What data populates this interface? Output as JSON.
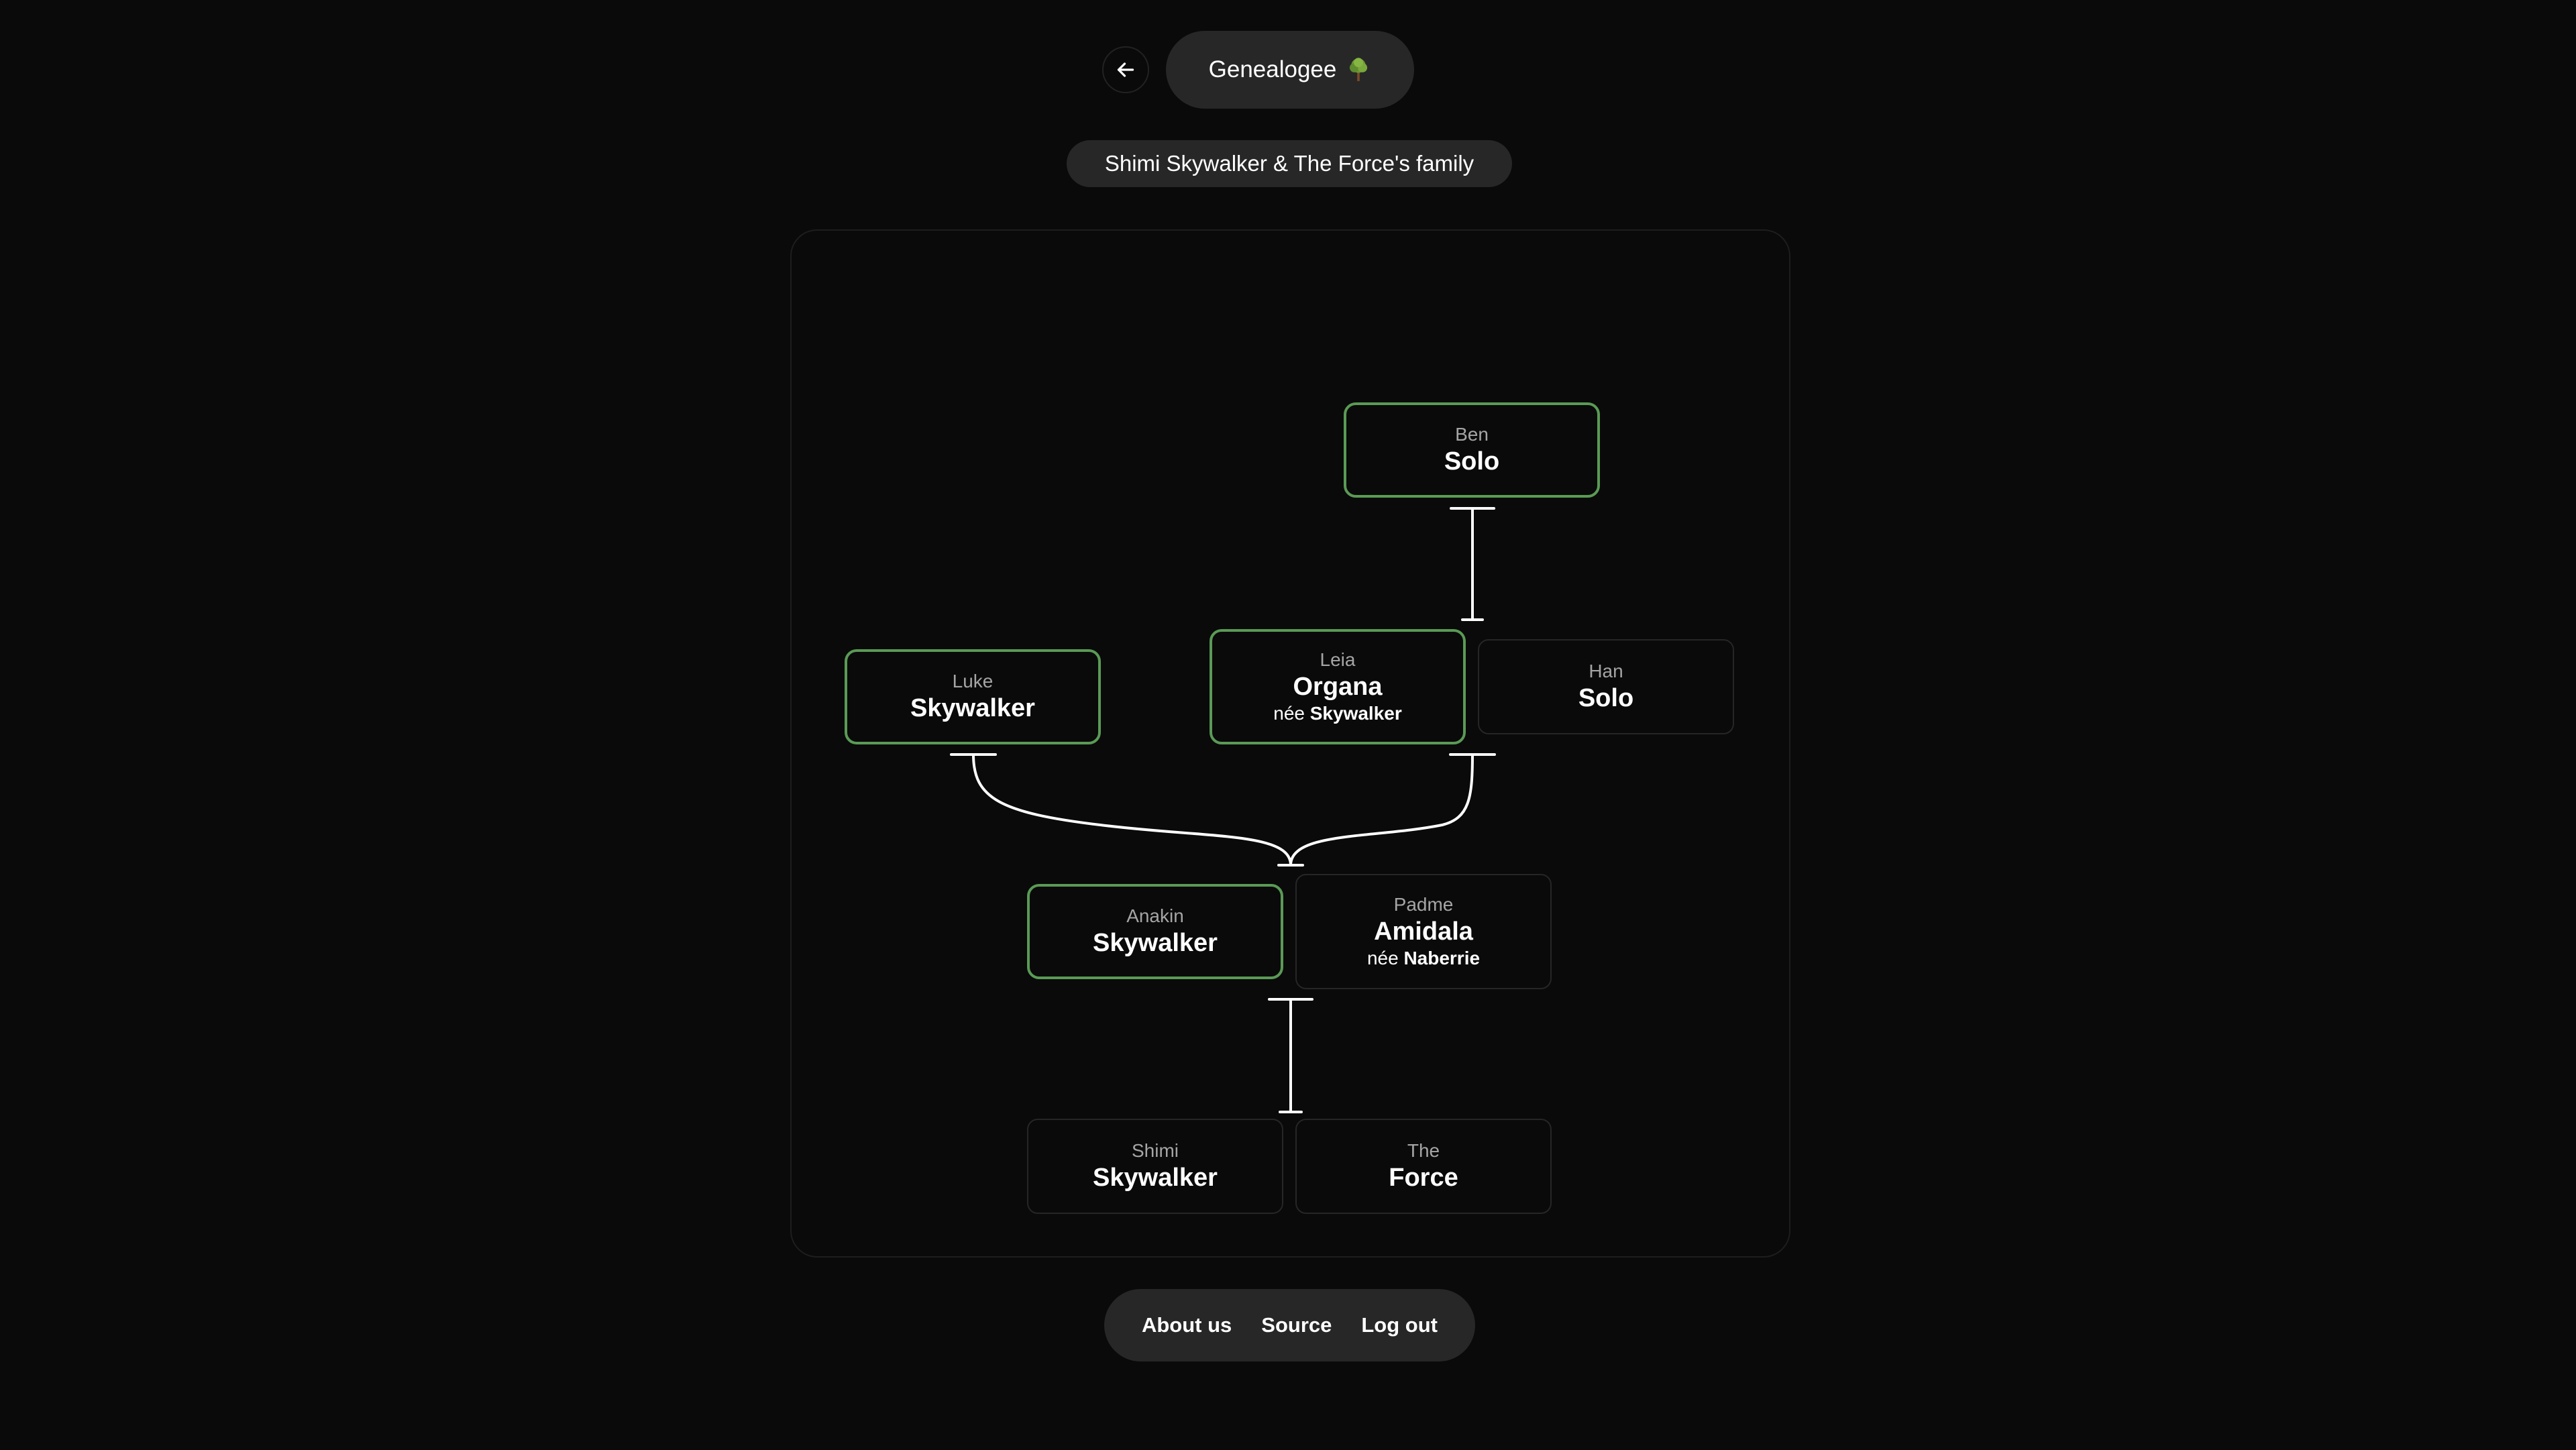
{
  "header": {
    "back_icon": "arrow-left-icon",
    "app_title": "Genealogee",
    "app_icon": "tree-icon",
    "family_title": "Shimi Skywalker & The Force's family"
  },
  "tree": {
    "people": [
      {
        "id": "ben",
        "first_name": "Ben",
        "last_name": "Solo",
        "highlighted": true
      },
      {
        "id": "luke",
        "first_name": "Luke",
        "last_name": "Skywalker",
        "highlighted": true
      },
      {
        "id": "leia",
        "first_name": "Leia",
        "last_name": "Organa",
        "nee_prefix": "née",
        "nee_name": "Skywalker",
        "highlighted": true
      },
      {
        "id": "han",
        "first_name": "Han",
        "last_name": "Solo",
        "highlighted": false
      },
      {
        "id": "anakin",
        "first_name": "Anakin",
        "last_name": "Skywalker",
        "highlighted": true
      },
      {
        "id": "padme",
        "first_name": "Padme",
        "last_name": "Amidala",
        "nee_prefix": "née",
        "nee_name": "Naberrie",
        "highlighted": false
      },
      {
        "id": "shimi",
        "first_name": "Shimi",
        "last_name": "Skywalker",
        "highlighted": false
      },
      {
        "id": "force",
        "first_name": "The",
        "last_name": "Force",
        "highlighted": false
      }
    ]
  },
  "footer": {
    "links": [
      {
        "label": "About us"
      },
      {
        "label": "Source"
      },
      {
        "label": "Log out"
      }
    ]
  },
  "colors": {
    "background": "#0a0a0a",
    "pill": "#272727",
    "highlight_border": "#5a9a55",
    "card_border": "#262626"
  }
}
